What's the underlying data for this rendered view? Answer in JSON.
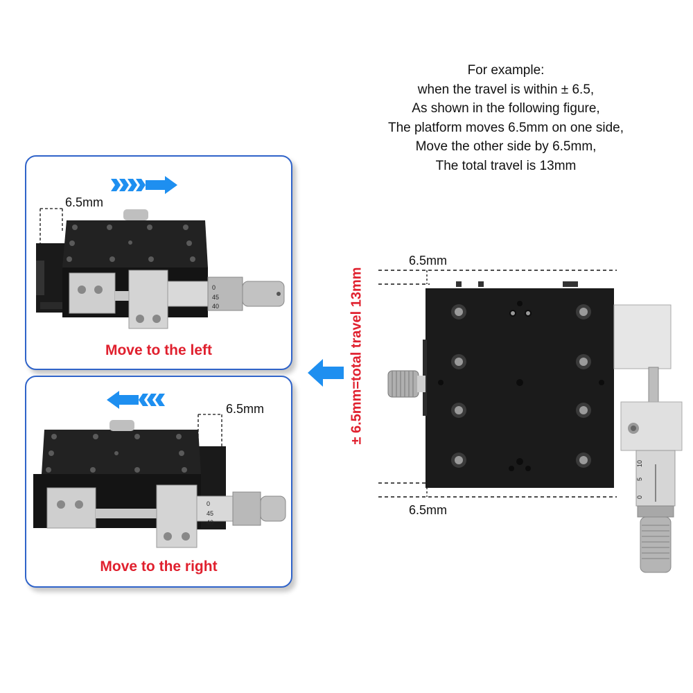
{
  "explanation": {
    "lines": [
      "For example:",
      "when the travel is within ± 6.5,",
      "As shown in the following figure,",
      "The platform moves 6.5mm on one side,",
      "Move the other side by 6.5mm,",
      "The total travel is 13mm"
    ]
  },
  "panels": {
    "left": {
      "caption": "Move to the left",
      "dimension": "6.5mm"
    },
    "right": {
      "caption": "Move to the right",
      "dimension": "6.5mm"
    }
  },
  "top_view": {
    "dimension_top": "6.5mm",
    "dimension_bottom": "6.5mm",
    "vertical_label": "± 6.5mm=total travel 13mm"
  },
  "micrometer_scale": {
    "thimble_marks": [
      "0",
      "45",
      "40"
    ],
    "sleeve_marks": [
      "0",
      "5",
      "10"
    ]
  },
  "colors": {
    "accent_red": "#e0202e",
    "panel_border": "#2f63c9",
    "arrow_blue": "#1e8ff0",
    "stage_black": "#1b1b1b"
  },
  "icons": [
    "arrow-right-icon",
    "arrow-left-icon",
    "arrow-left-big-icon"
  ]
}
